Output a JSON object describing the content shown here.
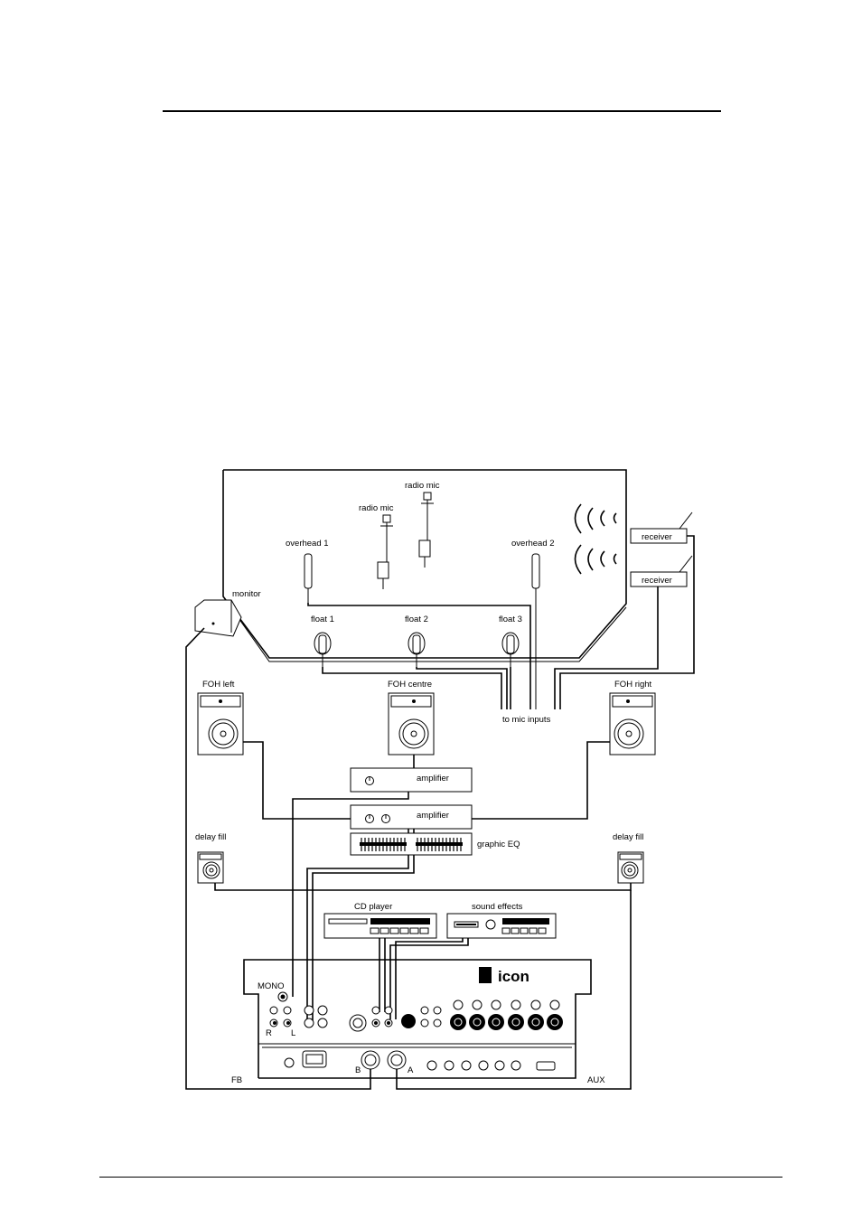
{
  "labels": {
    "radio_mic_1": "radio mic",
    "radio_mic_2": "radio mic",
    "overhead_1": "overhead 1",
    "overhead_2": "overhead 2",
    "monitor": "monitor",
    "float_1": "float 1",
    "float_2": "float 2",
    "float_3": "float 3",
    "receiver_1": "receiver",
    "receiver_2": "receiver",
    "foh_left": "FOH left",
    "foh_centre": "FOH centre",
    "foh_right": "FOH right",
    "to_mic_inputs": "to mic inputs",
    "amplifier_1": "amplifier",
    "amplifier_2": "amplifier",
    "graphic_eq": "graphic EQ",
    "delay_fill_left": "delay fill",
    "delay_fill_right": "delay fill",
    "cd_player": "CD player",
    "sound_effects": "sound effects",
    "mono": "MONO",
    "r": "R",
    "l": "L",
    "b": "B",
    "a": "A",
    "fb": "FB",
    "aux": "AUX",
    "brand": "icon"
  },
  "colors": {
    "ink": "#000000",
    "paper": "#ffffff"
  }
}
